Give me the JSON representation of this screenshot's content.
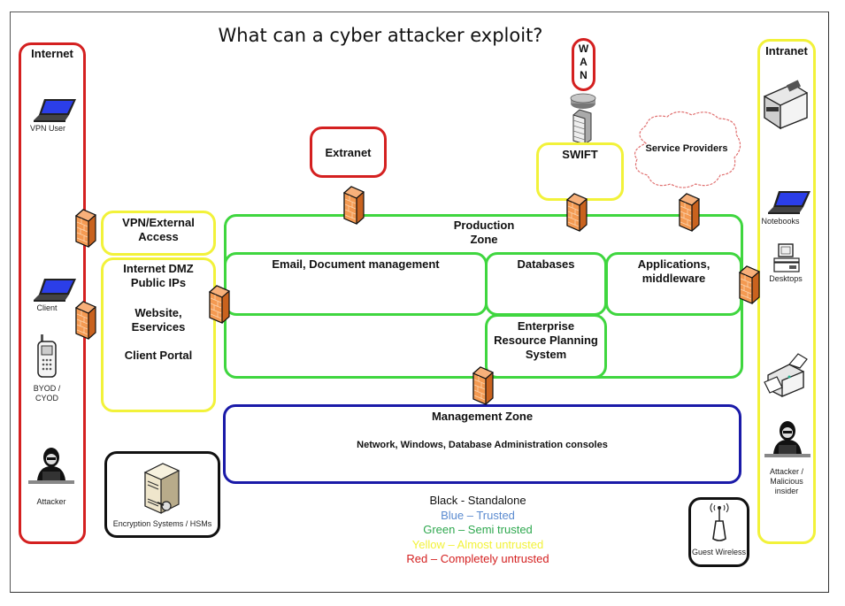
{
  "title": "What can a cyber attacker exploit?",
  "zones": {
    "internet": {
      "label": "Internet",
      "trust": "red"
    },
    "intranet": {
      "label": "Intranet",
      "trust": "yellow"
    },
    "extranet": {
      "label": "Extranet",
      "trust": "red"
    },
    "wan": {
      "letters": [
        "W",
        "A",
        "N"
      ],
      "trust": "red"
    },
    "swift": {
      "label": "SWIFT",
      "trust": "yellow"
    },
    "service_providers": {
      "label": "Service Providers",
      "trust": "red"
    },
    "vpn_access": {
      "label": "VPN/External\nAccess",
      "trust": "yellow"
    },
    "dmz": {
      "label": "Internet DMZ\nPublic IPs",
      "website": "Website,\nEservices",
      "portal": "Client Portal",
      "trust": "yellow"
    },
    "production": {
      "label": "Production\nZone",
      "trust": "green",
      "subzones": {
        "email": "Email, Document management",
        "databases": "Databases",
        "applications": "Applications,\nmiddleware",
        "erp": "Enterprise\nResource Planning\nSystem"
      }
    },
    "management": {
      "label": "Management Zone",
      "sublabel": "Network, Windows, Database Administration consoles",
      "trust": "blue"
    },
    "encryption": {
      "label": "Encryption Systems / HSMs",
      "trust": "black"
    },
    "guest_wireless": {
      "label": "Guest Wireless",
      "trust": "black"
    }
  },
  "internet_devices": {
    "vpn_user": "VPN User",
    "client": "Client",
    "byod": "BYOD /\nCYOD",
    "attacker": "Attacker"
  },
  "intranet_devices": {
    "notebooks": "Notebooks",
    "desktops": "Desktops",
    "insider": "Attacker /\nMalicious\ninsider"
  },
  "legend": [
    {
      "text": "Black - Standalone",
      "color": "#111111"
    },
    {
      "text": "Blue – Trusted",
      "color": "#5b8bd0"
    },
    {
      "text": "Green – Semi trusted",
      "color": "#2fa84f"
    },
    {
      "text": "Yellow – Almost untrusted",
      "color": "#f2f23a"
    },
    {
      "text": "Red – Completely untrusted",
      "color": "#d42020"
    }
  ],
  "colors": {
    "red": "#d42020",
    "yellow": "#f2f23a",
    "green": "#3fd63f",
    "blue": "#1a1aa8",
    "firewall": "#f0893c"
  }
}
